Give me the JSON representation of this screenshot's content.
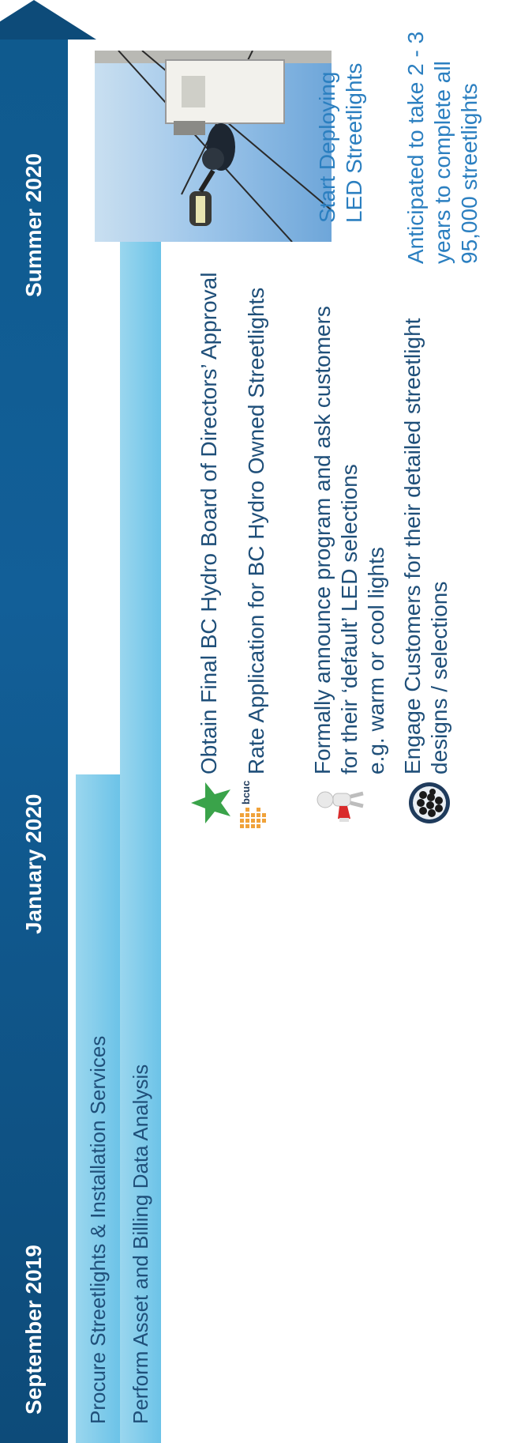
{
  "timeline": {
    "dates": [
      "September 2019",
      "January 2020",
      "Summer 2020"
    ]
  },
  "tasks": [
    {
      "label": "Procure Streetlights & Installation Services"
    },
    {
      "label": "Perform Asset and Billing Data Analysis"
    }
  ],
  "logos": {
    "bcuc": "bcuc"
  },
  "actions": [
    {
      "icon": "star-icon",
      "lines": [
        "Obtain Final BC Hydro Board of Directors’ Approval"
      ]
    },
    {
      "icon": "bcuc-logo",
      "lines": [
        "Rate Application for BC Hydro Owned Streetlights"
      ]
    },
    {
      "icon": "megaphone-person-icon",
      "lines": [
        "Formally announce program and ask customers",
        "for their ‘default’ LED selections",
        "e.g. warm or cool lights"
      ]
    },
    {
      "icon": "customers-group-icon",
      "lines": [
        "Engage Customers for their detailed streetlight",
        "designs / selections"
      ]
    }
  ],
  "deploy": {
    "lines": [
      "Start Deploying",
      "LED Streetlights"
    ]
  },
  "note": {
    "lines": [
      "Anticipated to take 2 - 3",
      "years to complete all",
      "95,000 streetlights"
    ]
  },
  "colors": {
    "arrow": "#0d4b79",
    "bar": "#7fcbeb",
    "text_dark": "#1f4f79",
    "text_blue": "#2b7fc0",
    "star": "#3aa34a"
  }
}
